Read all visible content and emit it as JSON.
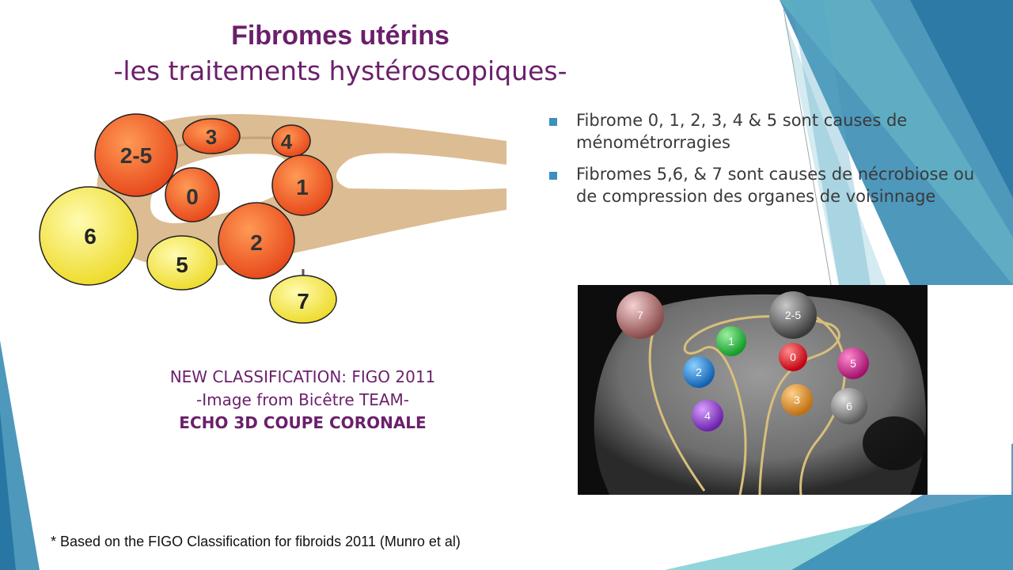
{
  "title": {
    "line1": "Fibromes utérins",
    "line2": "-les traitements hystéroscopiques-"
  },
  "bullets": [
    "Fibrome 0, 1, 2, 3, 4 & 5 sont causes de ménométrorragies",
    "Fibromes 5,6, & 7 sont causes de nécrobiose ou de compression des organes de voisinnage"
  ],
  "caption": {
    "line1": "NEW CLASSIFICATION: FIGO 2011",
    "line2": "-Image from Bicêtre TEAM-",
    "line3": "ECHO 3D COUPE CORONALE"
  },
  "footnote": "* Based on the FIGO Classification for fibroids 2011 (Munro  et al)",
  "diagram": {
    "red_labels": [
      "2-5",
      "3",
      "4",
      "0",
      "1",
      "2"
    ],
    "yellow_labels": [
      "6",
      "5",
      "7"
    ]
  },
  "echo": {
    "labels": [
      "7",
      "2-5",
      "1",
      "0",
      "5",
      "2",
      "3",
      "6",
      "4"
    ]
  },
  "colors": {
    "title": "#6b1f6b",
    "bullet": "#3c8fc0",
    "fibroid_red": "#f05a28",
    "fibroid_yellow": "#f4e34a",
    "uterus": "#d9b88f"
  }
}
